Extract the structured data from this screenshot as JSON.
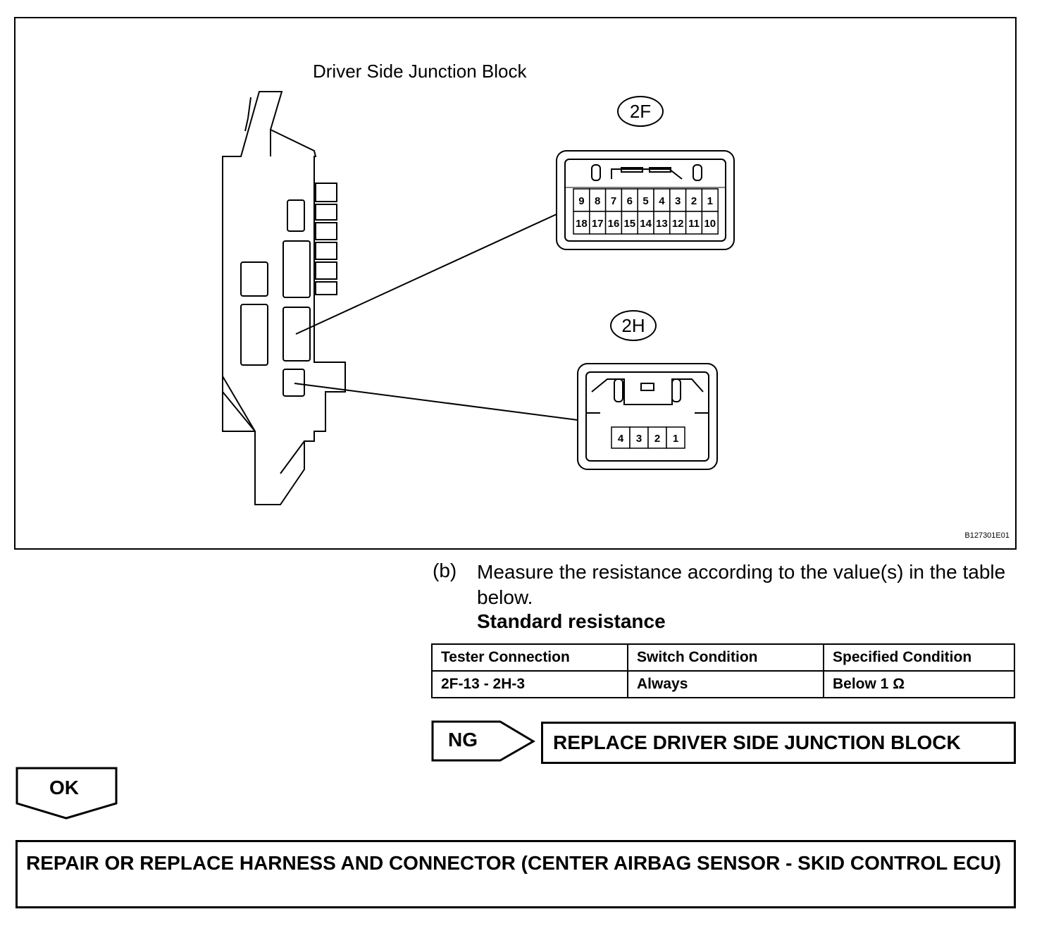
{
  "figure": {
    "title": "Driver Side Junction Block",
    "code": "B127301E01",
    "connectors": [
      {
        "id": "2F",
        "pins_top": [
          "9",
          "8",
          "7",
          "6",
          "5",
          "4",
          "3",
          "2",
          "1"
        ],
        "pins_bottom": [
          "18",
          "17",
          "16",
          "15",
          "14",
          "13",
          "12",
          "11",
          "10"
        ]
      },
      {
        "id": "2H",
        "pins": [
          "4",
          "3",
          "2",
          "1"
        ]
      }
    ]
  },
  "step": {
    "prefix": "(b)",
    "instruction": "Measure the resistance according to the value(s) in the table below.",
    "standard_title": "Standard resistance"
  },
  "table": {
    "headers": [
      "Tester Connection",
      "Switch Condition",
      "Specified Condition"
    ],
    "rows": [
      [
        "2F-13 - 2H-3",
        "Always",
        "Below 1 Ω"
      ]
    ]
  },
  "ng": {
    "label": "NG",
    "action": "REPLACE DRIVER SIDE JUNCTION BLOCK"
  },
  "ok": {
    "label": "OK",
    "action": "REPAIR OR REPLACE HARNESS AND CONNECTOR (CENTER AIRBAG SENSOR - SKID CONTROL ECU)"
  }
}
